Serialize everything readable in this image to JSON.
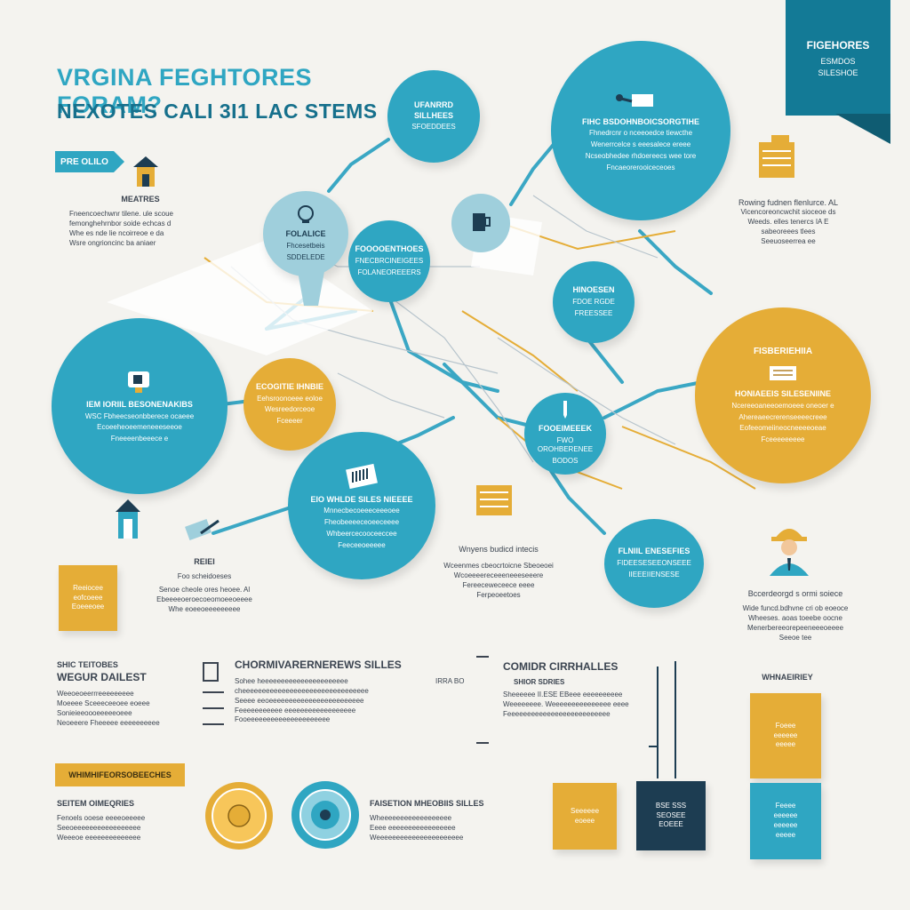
{
  "header": {
    "title_line1": "VRGINA FEGHTORES FORAM?",
    "title_line2": "NEXOTES CALI 3I1 LAC STEMS"
  },
  "ribbon": {
    "line1": "FIGEHORES",
    "line2": "ESMDOS",
    "line3": "SILESHOE"
  },
  "tag_left": "PRE OLILO",
  "left_top": {
    "heading": "MEATRES",
    "lines": [
      "Fneencoechwnr tilene. ule scoue",
      "femonghehrnbor soide echcas d",
      "Whe es nde lie ncoirreoe e da",
      "Wsre ongrioncinc ba aniaer"
    ]
  },
  "bubbles": [
    {
      "id": "top-center-small",
      "heading": "UFANRRD SILLHEES",
      "lines": [
        "SFOEDDEES"
      ]
    },
    {
      "id": "top-right-large",
      "heading": "FIHC BSDOHNBOICSORGTIHE",
      "lines": [
        "Fhnedrcnr o nceeoedce tiewcthe",
        "Wenerrcelce s eeesalece ereee",
        "Ncseobhedee rhdoereecs wee tore",
        "Fncaeorerooiceceoes"
      ]
    },
    {
      "id": "mid-light-left",
      "heading": "FOLALICE",
      "lines": [
        "Fhcesetbeis",
        "SDDELEDE"
      ]
    },
    {
      "id": "mid-teal-small",
      "heading": "FOOOOENTHOES",
      "lines": [
        "FNECBRCINEIGEES",
        "FOLANEOREEERS"
      ]
    },
    {
      "id": "mid-right-small",
      "heading": "HINOESEN",
      "lines": [
        "FDOE RGDE",
        "FREESSEE"
      ]
    },
    {
      "id": "left-large",
      "heading": "IEM IORIIL BESONENAKIBS",
      "lines": [
        "WSC Fbheecseonbberece ocaeee",
        "Ecoeeheoeemeneeeseeoe",
        "Fneeeenbeeece e"
      ]
    },
    {
      "id": "gold-center-left",
      "heading": "ECOGITIE IHNBIE",
      "lines": [
        "Eehsroonoeee eoloe",
        "Wesreedorceoe",
        "Fceeeer"
      ]
    },
    {
      "id": "gold-right-large",
      "heading": "FISBERIEHIIA",
      "lines": [
        "HONIAEEIS SILESENIINE",
        "Ncereeoaneeoemoeee oneoer e",
        "Ahereaeecrerenseeeecreee",
        "Eofeeomeiineocneeeeoeae",
        "Fceeeeeeeee"
      ]
    },
    {
      "id": "center-small",
      "heading": "FOOEIMEEEK",
      "lines": [
        "FWO OROHBERENEE",
        "BODOS"
      ]
    },
    {
      "id": "lower-center-large",
      "heading": "EIO WHLDE SILES NIEEEE",
      "lines": [
        "Mnnecbecoeeeceeeoee",
        "Fheobeeeeceoeeceeee",
        "Whbeercecooceeccee",
        "Feeceeoeeeee"
      ]
    },
    {
      "id": "lower-right",
      "heading": "FLNIIL ENESEFIES",
      "lines": [
        "FIDEESESEEONSEEE",
        "IIEEEIIENSESE"
      ]
    }
  ],
  "right_top_text": {
    "heading": "Rowing fudnen flenlurce. AL",
    "lines": [
      "Vicencoreoncwchit sioceoe ds",
      "Weeds. elles tenercs IA E",
      "sabeoreees tlees",
      "Seeuoseerrea ee"
    ]
  },
  "left_mid_card": [
    "Reeiocee",
    "eofcoeee",
    "Eoeeeoee"
  ],
  "left_mid_text": {
    "heading": "REIEI",
    "subheading": "Foo scheidoeses",
    "lines": [
      "Senoe cheole ores heoee. Al",
      "Ebeeeeoeroecoeomoeeoeeee",
      "Whe eoeeoeeeeeeeee"
    ]
  },
  "center_mid_text": {
    "heading": "Wnyens budicd intecis",
    "lines": [
      "Wceenmes cbeocrtoicne Sbeoeoei",
      "Wcoeeeereceeeneeeseeere",
      "Fereeceweceece eeee",
      "Ferpeoeetoes"
    ]
  },
  "right_mid_text": {
    "heading": "Bccerdeorgd s ormi soiece",
    "lines": [
      "Wide funcd.bdhvne cri ob eoeoce",
      "Wheeses. aoas toeebe oocne",
      "Menerbereeorepeeneeeoeeee",
      "Seeoe tee"
    ]
  },
  "section_left": {
    "heading1": "SHIC TEITOBES",
    "heading2": "WEGUR DAILEST",
    "lines": [
      "Weeoeoeerrreeeeeeeee",
      "Moeeee Sceeeceeoee eoeee",
      "Sonieieeoooeeeeeoeee",
      "Neoeeere Fheeeee eeeeeeeeee"
    ]
  },
  "section_center": {
    "heading": "CHORMIVARERNEREWS SILLES",
    "side_label": "IRRA BO",
    "lines": [
      "Sohee heeeeeeeeeeeeeeeeeeeeee",
      "cheeeeeeeeeeeeeeeeeeeeeeeeeeeeeeee",
      "Seeee eeoeeeeeeeeeeeeeeeeeeeeeeee",
      "Feeeeeeeeeee eeeeeeeeeeeeeeeeee",
      "Fooeeeeeeeeeeeeeeeeeeeee"
    ]
  },
  "section_right": {
    "heading": "COMIDR CIRRHALLES",
    "subheading": "SHIOR SDRIES",
    "lines": [
      "Sheeeeee II.ESE EBeee eeeeeeeeee",
      "Weeeeeeee. Weeeeeeeeeeeeeee eeee",
      "Feeeeeeeeeeeeeeeeeeeeeeeeee"
    ]
  },
  "right_bottom_label": "WHNAEIRIEY",
  "bottom_gold_tag": "WHIMHIFEORSOBEECHES",
  "bottom_left": {
    "heading": "SEITEM OIMEQRIES",
    "lines": [
      "Fenoels ooese eeeeoeeeee",
      "Seeoeeeeeeeeeeeeeeeee",
      "Weeeoe eeeeeeeeeeeeee"
    ]
  },
  "bottom_center": {
    "heading": "FAISETION MHEOBIIS SILLES",
    "lines": [
      "Wheeeeeeeeeeeeeeeeee",
      "Eeee eeeeeeeeeeeeeeeee",
      "Weeeeeeeeeeeeeeeeeeeeee"
    ]
  },
  "bottom_cards": [
    {
      "id": "gold-short",
      "lines": [
        "Seeeeee",
        "eoeee"
      ]
    },
    {
      "id": "navy",
      "lines": [
        "BSE SSS",
        "SEOSEE",
        "EOEEE"
      ]
    },
    {
      "id": "gold-tall",
      "lines": [
        "Foeee",
        "eeeeee",
        "eeeee"
      ]
    },
    {
      "id": "teal-tall",
      "lines": [
        "Feeee",
        "eeeeee",
        "eeeeee",
        "eeeee"
      ]
    }
  ],
  "colors": {
    "teal": "#2fa6c2",
    "dark_teal": "#137a96",
    "gold": "#e5ad37",
    "navy": "#1d3d52",
    "light_blue": "#9fcfdc",
    "text": "#3b4450",
    "background": "#f4f3ef"
  },
  "icons": [
    "house-icon",
    "pen-icon",
    "lightbulb-icon",
    "mug-icon",
    "scroll-icon",
    "hardhat-worker-icon",
    "document-stack-icon",
    "coin-icon",
    "target-icon"
  ]
}
